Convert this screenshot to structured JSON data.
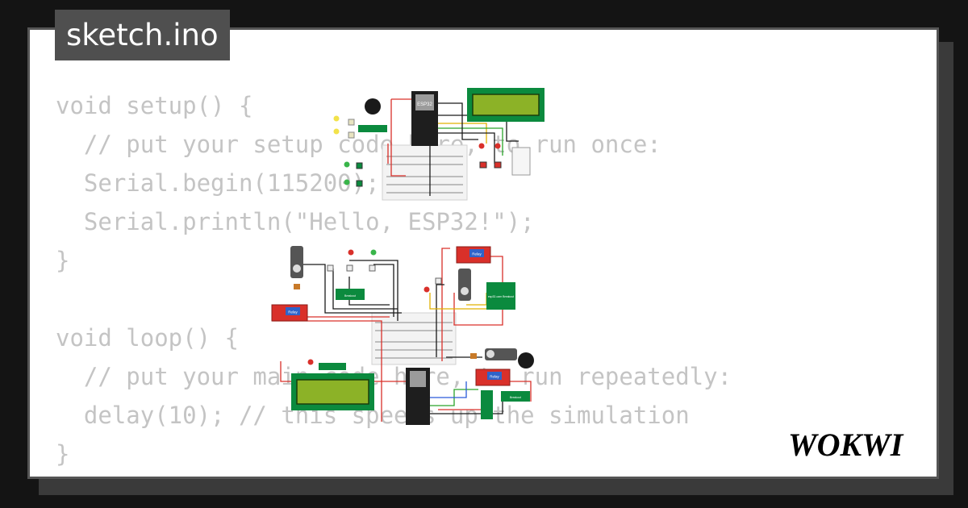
{
  "tab": {
    "title": "sketch.ino"
  },
  "code": {
    "lines": [
      "void setup() {",
      "  // put your setup code here, to run once:",
      "  Serial.begin(115200);",
      "  Serial.println(\"Hello, ESP32!\");",
      "}",
      "",
      "void loop() {",
      "  // put your main code here, to run repeatedly:",
      "  delay(10); // this speeds up the simulation",
      "}"
    ]
  },
  "brand": {
    "logo_text": "WOKWI"
  },
  "circuit": {
    "esp32_label": "ESP32",
    "module_label": "esp32-cam Breakout",
    "relay_label": "Relay",
    "breakout_label": "Breakout"
  },
  "colors": {
    "background": "#141414",
    "card": "#ffffff",
    "tab": "#4f4f4f",
    "code_text": "#c4c4c4",
    "pcb_green": "#0b8a3e",
    "lcd_screen": "#8cb227",
    "relay_red": "#d9302a"
  }
}
